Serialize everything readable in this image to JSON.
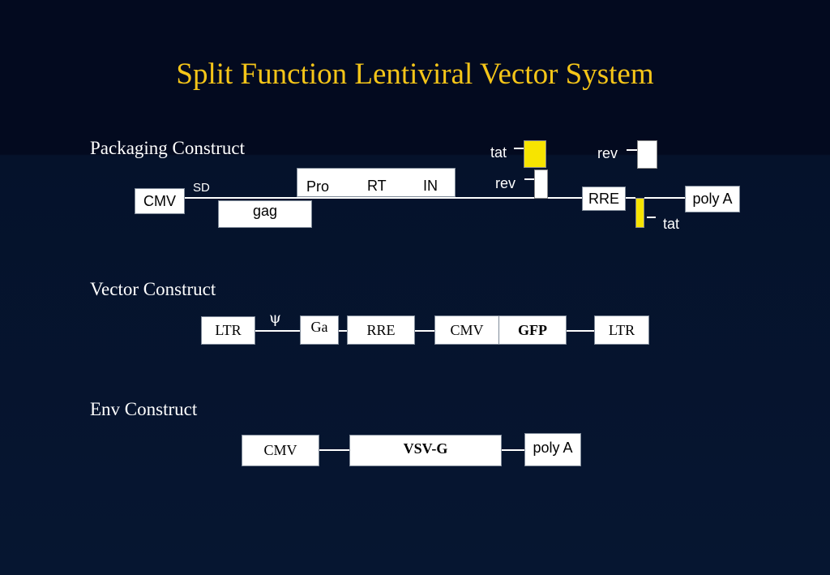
{
  "title": "Split Function Lentiviral Vector System",
  "colors": {
    "title": "#f5c518",
    "tat_box": "#f7e400",
    "background": "#030a1f"
  },
  "packaging": {
    "label": "Packaging Construct",
    "cmv": "CMV",
    "sd": "SD",
    "gag": "gag",
    "pol_segments": [
      "Pro",
      "RT",
      "IN"
    ],
    "tat_top": "tat",
    "rev_mid": "rev",
    "rev_right": "rev",
    "rre": "RRE",
    "poly_a": "poly A",
    "tat_bottom": "tat"
  },
  "vector": {
    "label": "Vector Construct",
    "ltr_left": "LTR",
    "psi": "ψ",
    "ga": "Ga",
    "rre": "RRE",
    "cmv": "CMV",
    "gfp": "GFP",
    "ltr_right": "LTR"
  },
  "env": {
    "label": "Env Construct",
    "cmv": "CMV",
    "vsvg": "VSV-G",
    "poly_a": "poly A"
  }
}
